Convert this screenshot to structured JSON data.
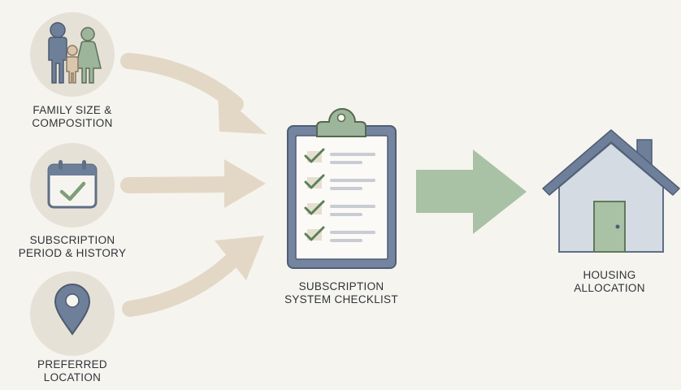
{
  "inputs": [
    {
      "icon": "family-icon",
      "line1": "FAMILY SIZE &",
      "line2": "COMPOSITION"
    },
    {
      "icon": "calendar-check-icon",
      "line1": "SUBSCRIPTION",
      "line2": "PERIOD & HISTORY"
    },
    {
      "icon": "location-pin-icon",
      "line1": "PREFERRED",
      "line2": "LOCATION"
    }
  ],
  "checklist": {
    "icon": "clipboard-checklist-icon",
    "line1": "SUBSCRIPTION",
    "line2": "SYSTEM CHECKLIST",
    "items": 4
  },
  "output": {
    "icon": "house-icon",
    "line1": "HOUSING",
    "line2": "ALLOCATION"
  },
  "colors": {
    "background": "#f6f4ef",
    "circle": "#e6e1d6",
    "slate": "#6e7f99",
    "sage": "#9db59a",
    "tan_arrow": "#e3d8c6",
    "green_arrow": "#a9c1a4"
  }
}
